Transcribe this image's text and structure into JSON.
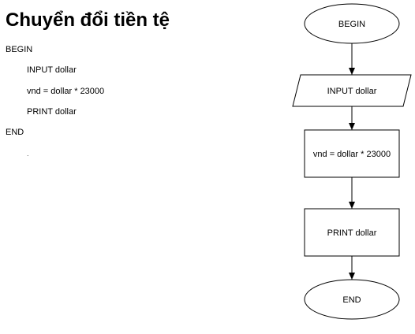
{
  "title": "Chuyển đổi tiền tệ",
  "pseudocode": {
    "begin": "BEGIN",
    "input": "INPUT dollar",
    "compute": "vnd = dollar * 23000",
    "print": "PRINT dollar",
    "end": "END",
    "trailing_dot": "."
  },
  "flowchart": {
    "nodes": [
      {
        "id": "begin",
        "shape": "terminal",
        "label": "BEGIN"
      },
      {
        "id": "input",
        "shape": "io",
        "label": "INPUT dollar"
      },
      {
        "id": "compute",
        "shape": "process",
        "label": "vnd = dollar * 23000"
      },
      {
        "id": "print",
        "shape": "process",
        "label": "PRINT dollar"
      },
      {
        "id": "end",
        "shape": "terminal",
        "label": "END"
      }
    ],
    "edges": [
      {
        "from": "begin",
        "to": "input"
      },
      {
        "from": "input",
        "to": "compute"
      },
      {
        "from": "compute",
        "to": "print"
      },
      {
        "from": "print",
        "to": "end"
      }
    ],
    "stroke_color": "#000000",
    "fill_color": "#ffffff"
  }
}
